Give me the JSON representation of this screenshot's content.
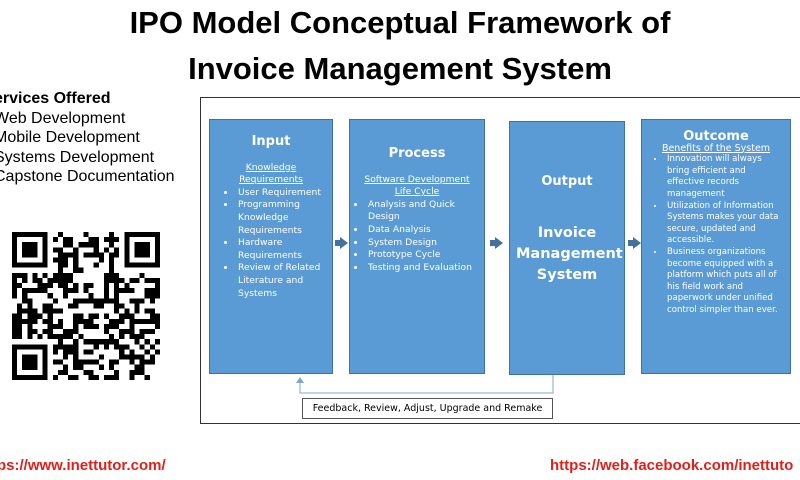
{
  "title": {
    "line1": "IPO Model Conceptual Framework of",
    "line2": "Invoice Management System"
  },
  "services": {
    "heading": "ervices Offered",
    "items": [
      "Web Development",
      "Mobile Development",
      "Systems Development",
      "Capstone Documentation"
    ]
  },
  "diagram": {
    "input": {
      "title": "Input",
      "subtitle": "Knowledge Requirements",
      "items": [
        "User Requirement",
        "Programming Knowledge Requirements",
        "Hardware Requirements",
        "Review of Related Literature and Systems"
      ]
    },
    "process": {
      "title": "Process",
      "subtitle": "Software Development Life Cycle",
      "items": [
        "Analysis and Quick Design",
        "Data Analysis",
        "System Design",
        "Prototype Cycle",
        "Testing and Evaluation"
      ]
    },
    "output": {
      "title": "Output",
      "body": "Invoice Management System"
    },
    "outcome": {
      "title": "Outcome",
      "subtitle": "Benefits of the System",
      "items": [
        "Innovation will always bring efficient and effective records management",
        "Utilization of Information Systems makes your data secure, updated and accessible.",
        "Business organizations become equipped with a platform which puts all of his field work and paperwork under unified control simpler than ever."
      ]
    },
    "feedback": "Feedback, Review, Adjust, Upgrade and Remake",
    "colors": {
      "box": "#5b9bd5",
      "border": "#41719c"
    }
  },
  "links": {
    "left": "ps://www.inettutor.com/",
    "right": "https://web.facebook.com/inettuto",
    "color": "#e0201b"
  },
  "qr_icon": "qr-code"
}
